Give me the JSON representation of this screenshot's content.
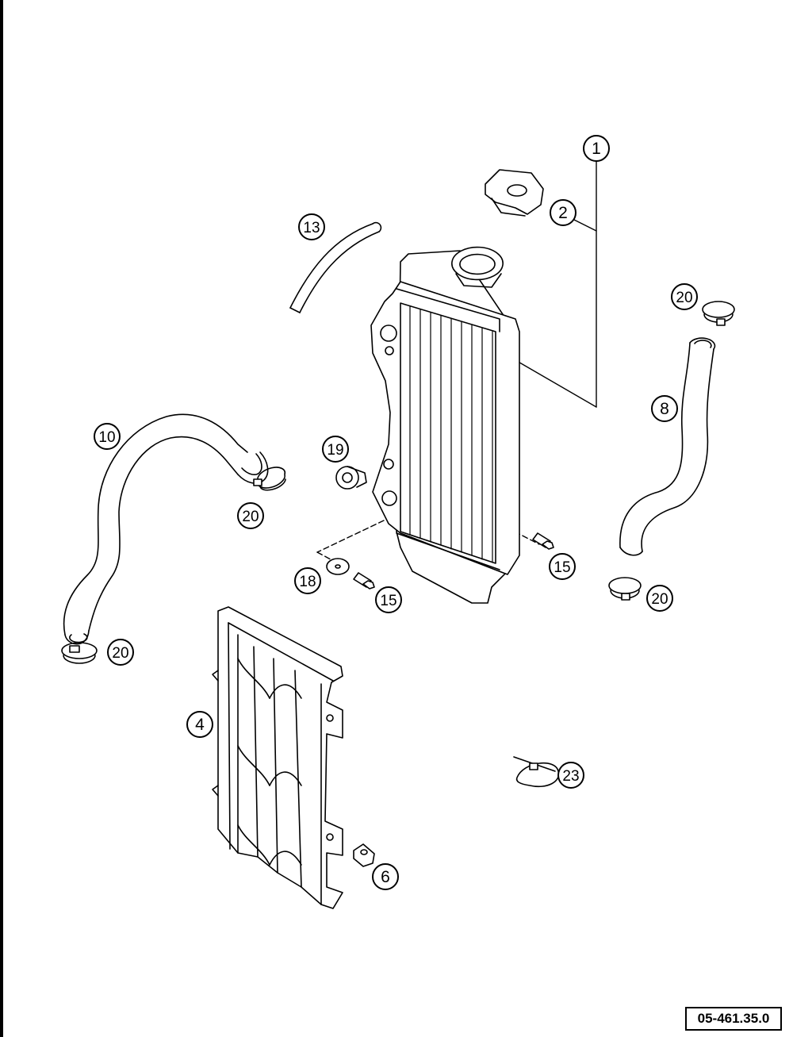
{
  "diagram": {
    "document_code": "05-461.35.0",
    "callouts": [
      {
        "label": "1",
        "part": "radiator"
      },
      {
        "label": "2",
        "part": "radiator-cap"
      },
      {
        "label": "13",
        "part": "overflow-hose"
      },
      {
        "label": "20",
        "part": "hose-clamp"
      },
      {
        "label": "8",
        "part": "radiator-hose"
      },
      {
        "label": "10",
        "part": "radiator-hose"
      },
      {
        "label": "19",
        "part": "rubber-grommet"
      },
      {
        "label": "20",
        "part": "hose-clamp"
      },
      {
        "label": "15",
        "part": "screw"
      },
      {
        "label": "18",
        "part": "washer"
      },
      {
        "label": "15",
        "part": "screw"
      },
      {
        "label": "20",
        "part": "hose-clamp"
      },
      {
        "label": "20",
        "part": "hose-clamp"
      },
      {
        "label": "4",
        "part": "radiator-guard"
      },
      {
        "label": "23",
        "part": "cable-tie"
      },
      {
        "label": "6",
        "part": "clip-nut"
      }
    ]
  }
}
